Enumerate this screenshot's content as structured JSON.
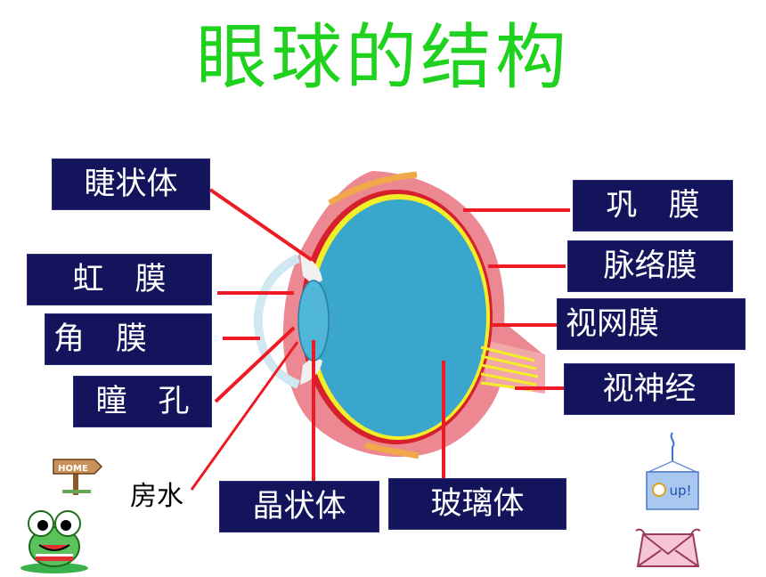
{
  "title": "眼球的结构",
  "labels": {
    "ciliary_body": "睫状体",
    "iris": "虹　膜",
    "cornea": "角　膜",
    "pupil": "瞳　孔",
    "aqueous_humor": "房水",
    "lens": "晶状体",
    "vitreous_body": "玻璃体",
    "sclera": "巩　膜",
    "choroid": "脉络膜",
    "retina": "视网膜",
    "optic_nerve": "视神经"
  },
  "nav": {
    "home_sign": "HOME",
    "up_button": "up!"
  },
  "colors": {
    "title": "#1ed21e",
    "label_bg": "#14145c",
    "label_text": "#ffffff",
    "leader_line": "#ee1b24",
    "vitreous": "#3aa6cc",
    "retina": "#f3ee2a",
    "sclera": "#e46878"
  },
  "icons": [
    "home-sign-icon",
    "frog-mascot-icon",
    "up-button-icon",
    "envelope-icon"
  ]
}
